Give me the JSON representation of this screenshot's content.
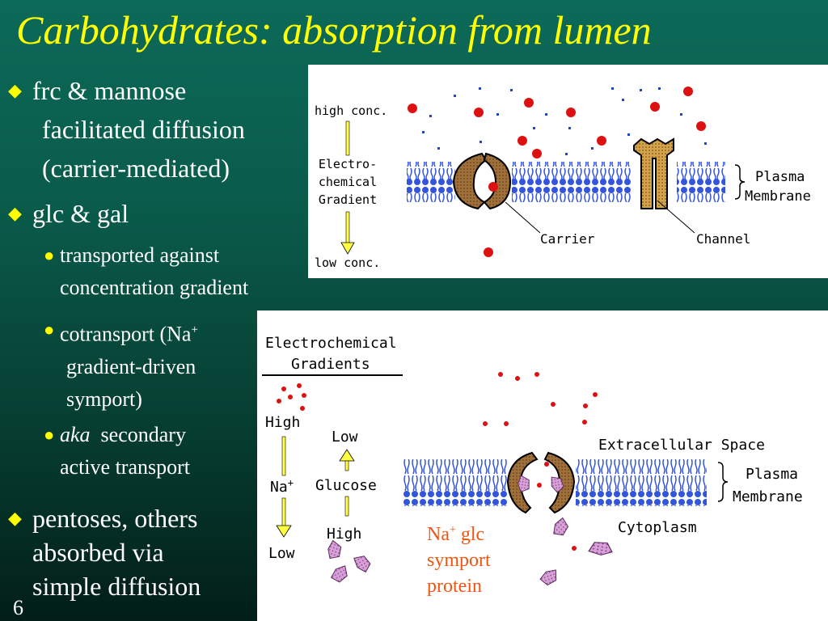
{
  "slide": {
    "title": "Carbohydrates: absorption from lumen",
    "page_number": "6"
  },
  "bullets": {
    "b1": {
      "line1": "frc & mannose",
      "line2": "facilitated diffusion",
      "line3": "(carrier-mediated)"
    },
    "b2": {
      "line1": "glc & gal"
    },
    "s1": {
      "line1": "transported against",
      "line2": "concentration gradient"
    },
    "s2": {
      "line1": "cotransport (Na",
      "sup": "+",
      "line2": "gradient-driven",
      "line3": "symport)"
    },
    "s3": {
      "italic": "aka",
      "rest": "secondary",
      "line2": "active transport"
    },
    "b3": {
      "line1": "pentoses, others",
      "line2": "absorbed via",
      "line3": "simple diffusion"
    }
  },
  "diagram1": {
    "high_conc": "high conc.",
    "gradient_line1": "Electro-",
    "gradient_line2": "chemical",
    "gradient_line3": "Gradient",
    "low_conc": "low conc.",
    "plasma": "Plasma",
    "membrane": "Membrane",
    "carrier": "Carrier",
    "channel": "Channel"
  },
  "diagram2": {
    "heading1": "Electrochemical",
    "heading2": "Gradients",
    "high": "High",
    "na": "Na",
    "na_sup": "+",
    "low": "Low",
    "glucose_low": "Low",
    "glucose": "Glucose",
    "glucose_high": "High",
    "extracellular": "Extracellular Space",
    "plasma": "Plasma",
    "membrane": "Membrane",
    "cytoplasm": "Cytoplasm"
  },
  "annotation": {
    "line1_a": "Na",
    "line1_sup": "+",
    "line1_b": " glc",
    "line2": "symport",
    "line3": "protein"
  },
  "colors": {
    "title": "#ffff00",
    "annotation": "#ee5511",
    "sodium_dot": "#dd1111",
    "glucose": "#cc88cc",
    "membrane": "#2244cc",
    "protein": "#aa6633"
  }
}
